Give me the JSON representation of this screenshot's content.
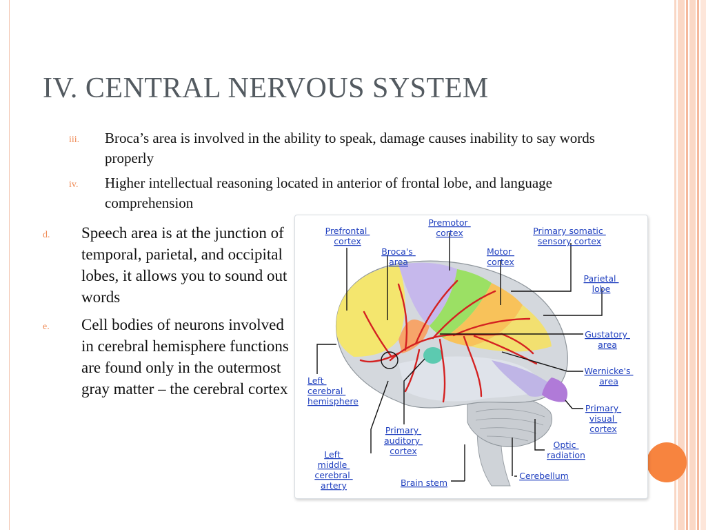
{
  "slide": {
    "title": "IV. CENTRAL NERVOUS SYSTEM",
    "accent_color": "#ef8a55",
    "dot_color": "#f7843f"
  },
  "sub_points": [
    {
      "marker": "iii.",
      "text": "Broca’s area is involved in the ability to speak, damage causes inability to say words properly"
    },
    {
      "marker": "iv.",
      "text": "Higher intellectual reasoning located in anterior of frontal lobe, and language comprehension"
    }
  ],
  "main_points": [
    {
      "marker": "d.",
      "text": "Speech area is at the junction of temporal, parietal, and occipital lobes, it allows you to sound out words"
    },
    {
      "marker": "e.",
      "text": "Cell bodies of neurons involved in cerebral hemisphere functions are found only in the outermost gray matter – the cerebral cortex"
    }
  ],
  "diagram": {
    "labels": {
      "prefrontal_cortex": [
        "Prefrontal",
        "cortex"
      ],
      "premotor_cortex": [
        "Premotor",
        "cortex"
      ],
      "brocas_area": [
        "Broca's",
        "area"
      ],
      "motor_cortex": [
        "Motor",
        "cortex"
      ],
      "primary_somatic_sensory_cortex": [
        "Primary somatic",
        "sensory cortex"
      ],
      "parietal_lobe": [
        "Parietal",
        "lobe"
      ],
      "gustatory_area": [
        "Gustatory",
        "area"
      ],
      "wernickes_area": [
        "Wernicke's",
        "area"
      ],
      "left_cerebral_hemisphere": [
        "Left",
        "cerebral",
        "hemisphere"
      ],
      "primary_visual_cortex": [
        "Primary",
        "visual",
        "cortex"
      ],
      "primary_auditory_cortex": [
        "Primary",
        "auditory",
        "cortex"
      ],
      "optic_radiation": [
        "Optic",
        "radiation"
      ],
      "left_middle_cerebral_artery": [
        "Left",
        "middle",
        "cerebral",
        "artery"
      ],
      "brain_stem": [
        "Brain stem"
      ],
      "cerebellum": [
        "Cerebellum"
      ]
    }
  }
}
